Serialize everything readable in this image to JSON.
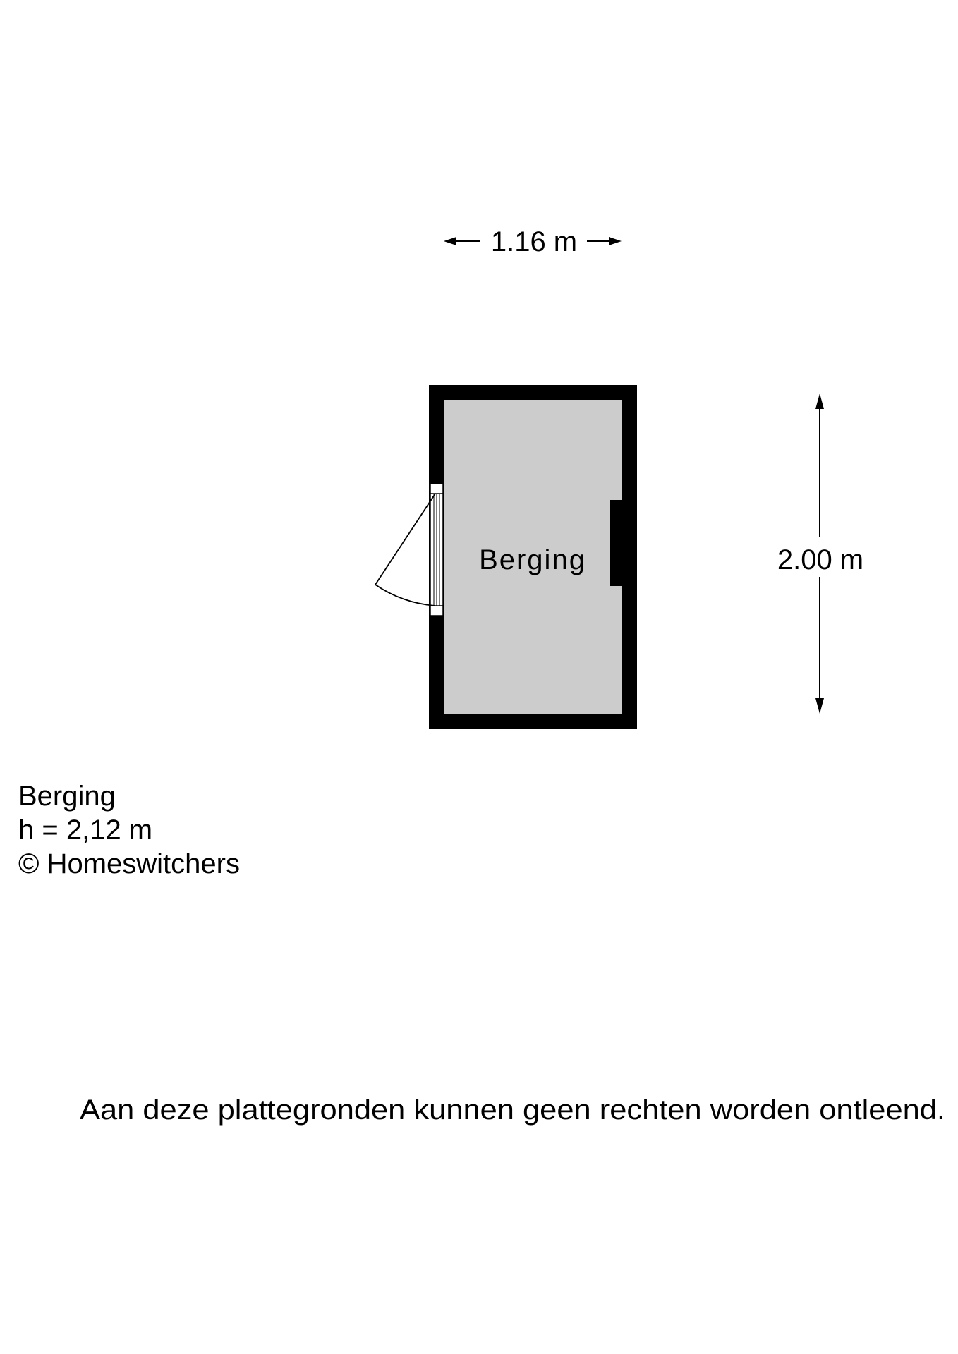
{
  "floorplan": {
    "room_label": "Berging",
    "width_dimension": "1.16 m",
    "height_dimension": "2.00 m",
    "colors": {
      "wall": "#000000",
      "floor": "#cccccc",
      "background": "#ffffff"
    }
  },
  "legend": {
    "room_name": "Berging",
    "ceiling_height": "h = 2,12 m",
    "copyright": "© Homeswitchers"
  },
  "disclaimer": "Aan deze plattegronden kunnen geen rechten worden ontleend."
}
